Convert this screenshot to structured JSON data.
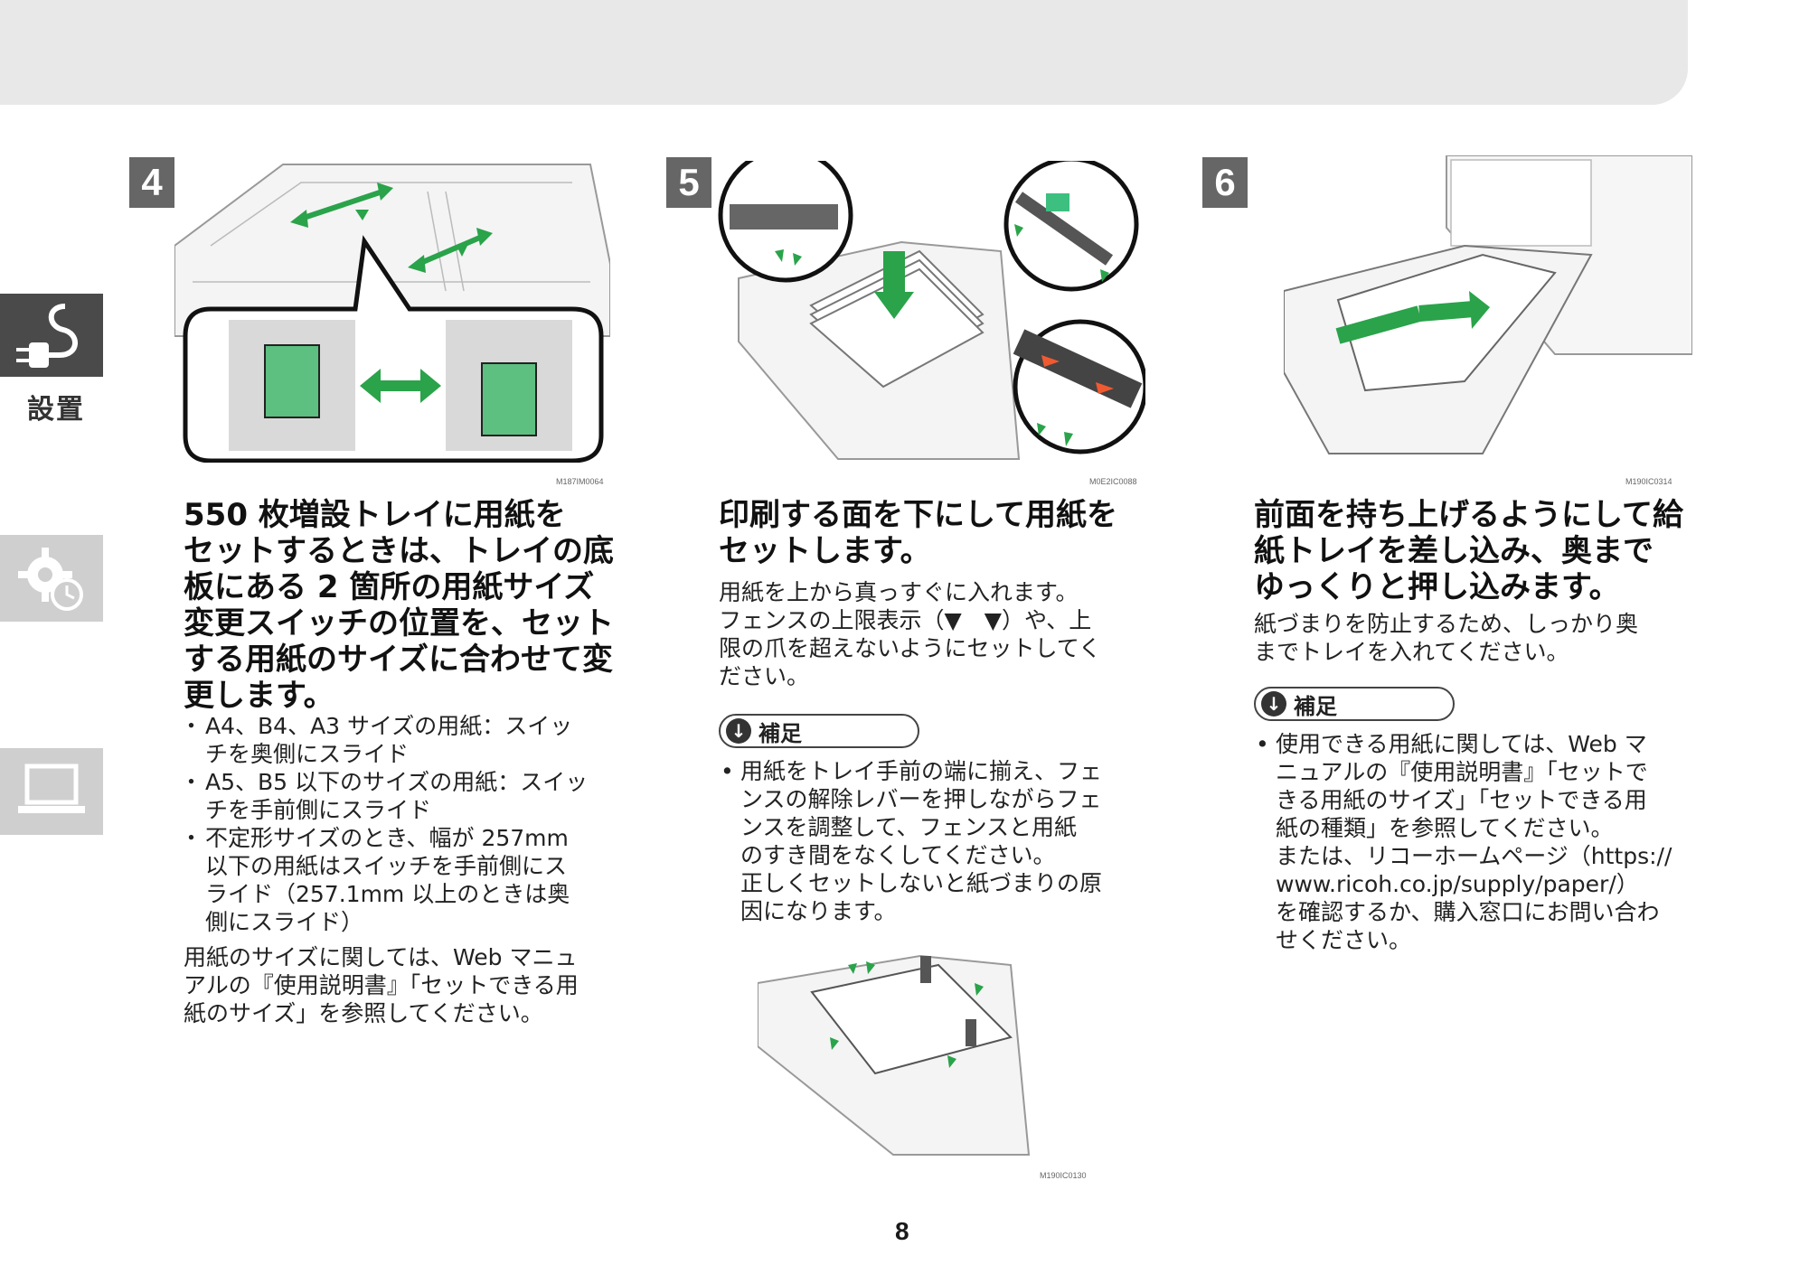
{
  "sidebar": {
    "setup_label": "設置"
  },
  "steps": [
    {
      "number": "4",
      "code": "M187IM0064",
      "heading": [
        "550 枚増設トレイに用紙を",
        "セットするときは、トレイの底",
        "板にある 2 箇所の用紙サイズ",
        "変更スイッチの位置を、セット",
        "する用紙のサイズに合わせて変",
        "更します。"
      ],
      "bullets": [
        [
          "A4、B4、A3 サイズの用紙：スイッ",
          "チを奥側にスライド"
        ],
        [
          "A5、B5 以下のサイズの用紙：スイッ",
          "チを手前側にスライド"
        ],
        [
          "不定形サイズのとき、幅が 257mm",
          "以下の用紙はスイッチを手前側にス",
          "ライド（257.1mm 以上のときは奥",
          "側にスライド）"
        ]
      ],
      "trailing": [
        "用紙のサイズに関しては、Web マニュ",
        "アルの『使用説明書』「セットできる用",
        "紙のサイズ」を参照してください。"
      ]
    },
    {
      "number": "5",
      "code": "M0E2IC0088",
      "code2": "M190IC0130",
      "heading": [
        "印刷する面を下にして用紙を",
        "セットします。"
      ],
      "body": [
        "用紙を上から真っすぐに入れます。",
        "フェンスの上限表示（▼　▼）や、上",
        "限の爪を超えないようにセットしてく",
        "ださい。"
      ],
      "note_label": "補足",
      "note_bullets": [
        [
          "用紙をトレイ手前の端に揃え、フェ",
          "ンスの解除レバーを押しながらフェ",
          "ンスを調整して、フェンスと用紙",
          "のすき間をなくしてください。",
          "正しくセットしないと紙づまりの原",
          "因になります。"
        ]
      ]
    },
    {
      "number": "6",
      "code": "M190IC0314",
      "heading": [
        "前面を持ち上げるようにして給",
        "紙トレイを差し込み、奥まで",
        "ゆっくりと押し込みます。"
      ],
      "body": [
        "紙づまりを防止するため、しっかり奥",
        "までトレイを入れてください。"
      ],
      "note_label": "補足",
      "note_bullets": [
        [
          "使用できる用紙に関しては、Web マ",
          "ニュアルの『使用説明書』「セットで",
          "きる用紙のサイズ」「セットできる用",
          "紙の種類」を参照してください。",
          "または、リコーホームページ（https://",
          "www.ricoh.co.jp/supply/paper/）",
          "を確認するか、購入窓口にお問い合わ",
          "せください。"
        ]
      ]
    }
  ],
  "page_number": "8",
  "colors": {
    "accent_green": "#2aa34a",
    "tab_active": "#4a4a4a",
    "tab_inactive": "#cfcfcf"
  }
}
